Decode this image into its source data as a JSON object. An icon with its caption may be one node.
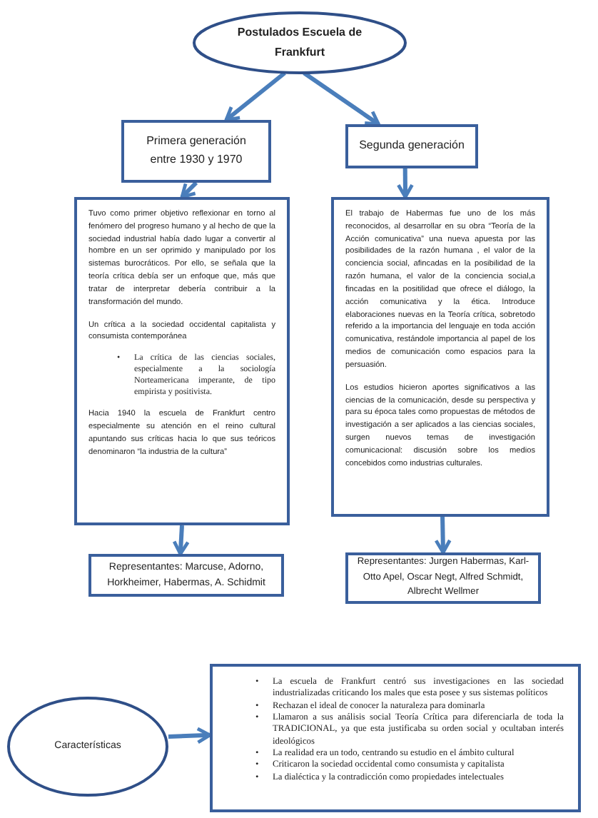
{
  "diagram": {
    "nodes": [
      {
        "text": [
          "Postulados Escuela de Frankfurt"
        ]
      },
      {
        "text": [
          "Primera generación entre 1930 y 1970"
        ]
      },
      {
        "text": [
          "Segunda generación"
        ]
      },
      {
        "text": [
          "Tuvo como primer objetivo reflexionar en torno al fenómero del progreso humano y al hecho de que la sociedad industrial había dado lugar a convertir al hombre en un ser oprimido y manipulado por los sistemas burocráticos. Por ello, se señala que la teoría crítica debía ser un enfoque que, más que tratar de interpretar debería contribuir a la transformación del mundo.",
          "Un crítica a la sociedad occidental capitalista y consumista contemporánea",
          "La crítica de las ciencias sociales, especialmente a la sociología Norteamericana imperante, de tipo empirista y positivista.",
          "Hacia 1940 la escuela de Frankfurt centro especialmente su atención en el reino cultural apuntando sus críticas hacia lo que sus teóricos denominaron “la industria de la cultura”"
        ]
      },
      {
        "text": [
          "El trabajo de Habermas fue uno de los más reconocidos, al desarrollar en su obra “Teoría de la Acción comunicativa” una nueva apuesta por las posibilidades de la razón humana , el valor de la conciencia social, afincadas en la posibilidad de la razón humana, el valor de la conciencia social,a fincadas en la positilidad que ofrece el diálogo, la acción comunicativa y la ética. Introduce elaboraciones nuevas en la Teoría crítica, sobretodo referido a la importancia del lenguaje en toda acción comunicativa, restándole importancia al papel de los medios de comunicación como espacios para la persuasión.",
          "Los estudios hicieron aportes significativos a las ciencias de la comunicación, desde su perspectiva y para su época tales como propuestas de métodos de investigación a ser aplicados a las ciencias sociales, surgen nuevos temas de investigación comunicacional: discusión sobre los medios concebidos como industrias culturales."
        ]
      },
      {
        "text": [
          "Representantes: Marcuse, Adorno, Horkheimer, Habermas, A. Schidmit"
        ]
      },
      {
        "text": [
          "Representantes: Jurgen Habermas, Karl- Otto Apel, Oscar Negt, Alfred Schmidt, Albrecht Wellmer"
        ]
      },
      {
        "text": [
          "Características"
        ]
      },
      {
        "text": [
          "La escuela de Frankfurt centró sus investigaciones en las sociedad industrializadas criticando los males que esta posee y sus sistemas políticos",
          "Rechazan el ideal de conocer la naturaleza para dominarla",
          "Llamaron a sus análisis social Teoría Crítica para diferenciarla de toda la TRADICIONAL, ya que esta justificaba su orden social y ocultaban interés ideológicos",
          "La realidad era un todo, centrando su estudio en el ámbito cultural",
          "Criticaron la sociedad occidental como consumista y capitalista",
          "La dialéctica y la contradicción como propiedades intelectuales"
        ]
      }
    ],
    "edges": [
      {
        "from": 0,
        "to": 1,
        "arrow": "to"
      },
      {
        "from": 0,
        "to": 2,
        "arrow": "to"
      },
      {
        "from": 1,
        "to": 3,
        "arrow": "to"
      },
      {
        "from": 2,
        "to": 4,
        "arrow": "to"
      },
      {
        "from": 3,
        "to": 5,
        "arrow": "to"
      },
      {
        "from": 4,
        "to": 6,
        "arrow": "to"
      },
      {
        "from": 7,
        "to": 8,
        "arrow": "to"
      }
    ],
    "labels": [
      "•",
      "•",
      "•",
      "•",
      "•",
      "•",
      "•"
    ]
  }
}
